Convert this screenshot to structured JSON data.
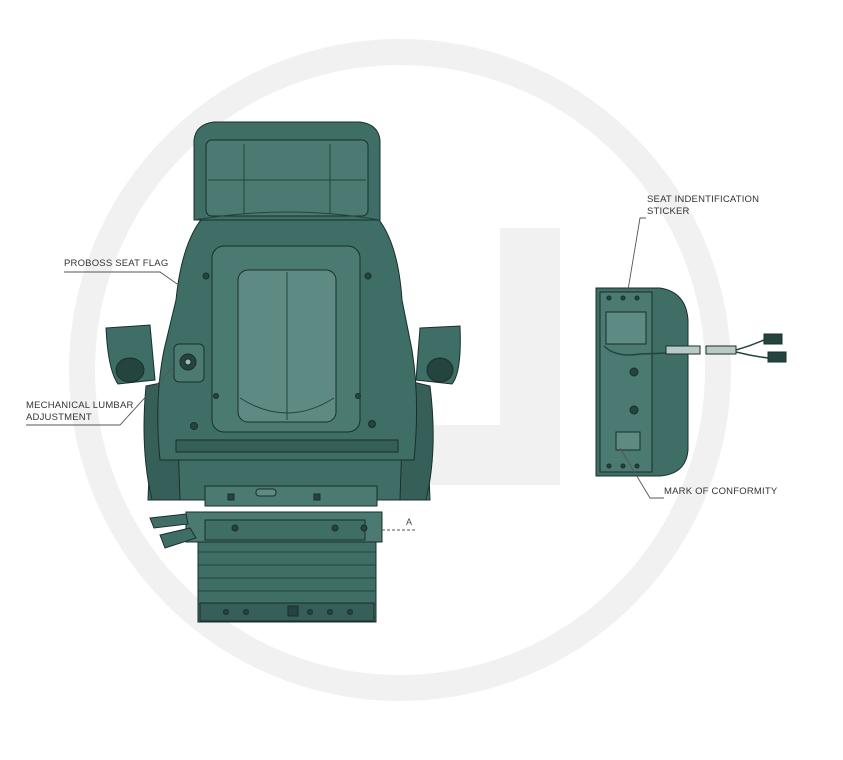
{
  "labels": {
    "seat_flag": "PROBOSS SEAT FLAG",
    "lumbar_line1": "MECHANICAL LUMBAR",
    "lumbar_line2": "ADJUSTMENT",
    "sticker_line1": "SEAT INDENTIFICATION",
    "sticker_line2": "STICKER",
    "conformity": "MARK OF CONFORMITY",
    "dimension_marker": "A"
  },
  "colors": {
    "seat_fill": "#3e6e66",
    "seat_dark": "#23443f",
    "seat_light": "#5d8a82",
    "outline": "#1b2f2c",
    "leader": "#555555",
    "watermark": "#f2f2f2"
  }
}
